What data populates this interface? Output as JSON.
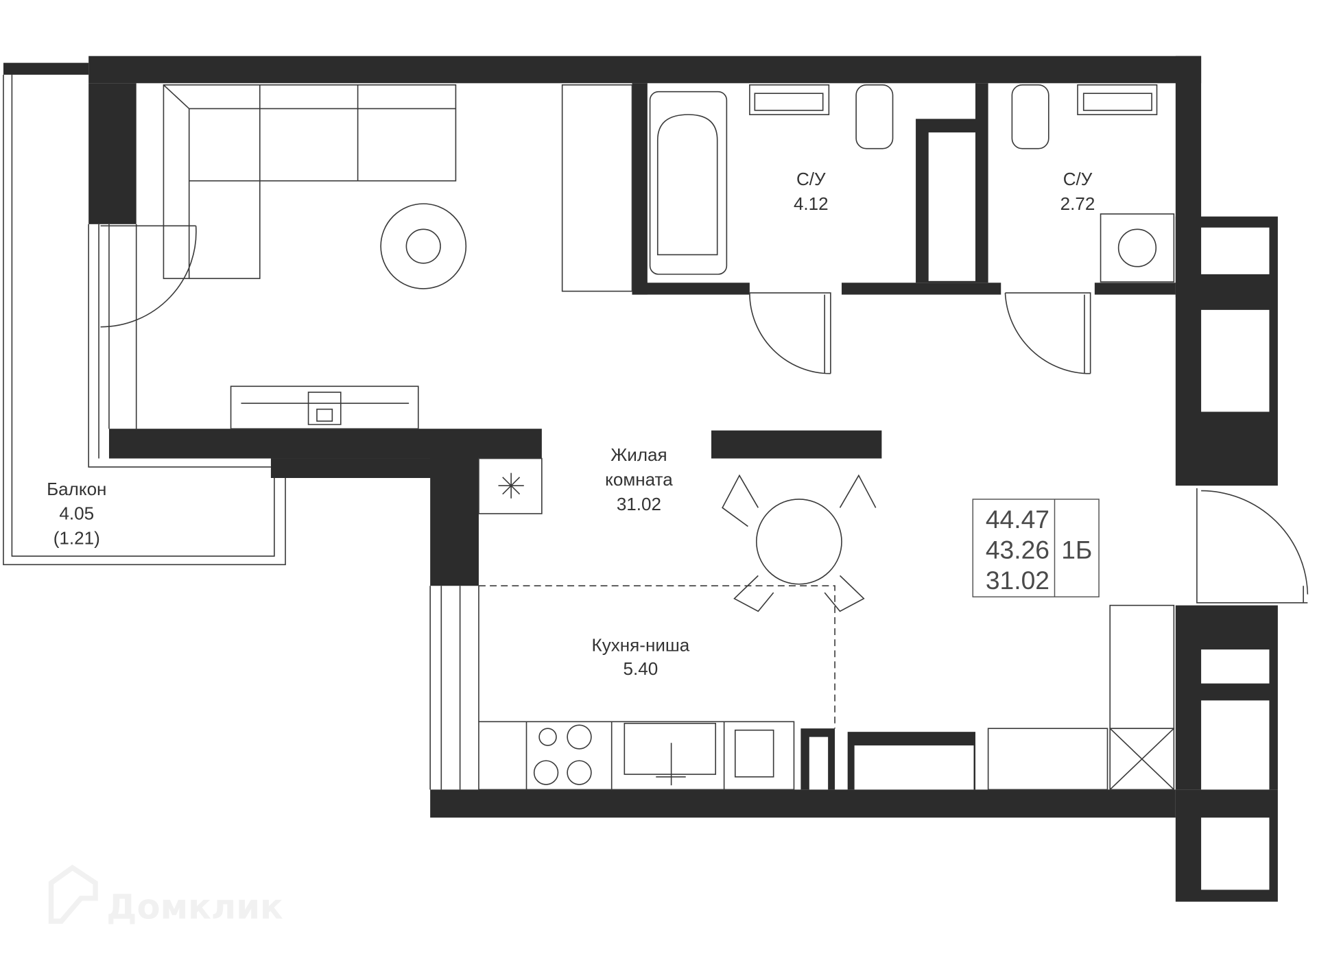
{
  "rooms": {
    "living": {
      "name_line1": "Жилая",
      "name_line2": "комната",
      "area": "31.02"
    },
    "kitchen": {
      "name": "Кухня-ниша",
      "area": "5.40"
    },
    "bath1": {
      "name": "С/У",
      "area": "4.12"
    },
    "bath2": {
      "name": "С/У",
      "area": "2.72"
    },
    "balcony": {
      "name": "Балкон",
      "area": "4.05",
      "reduced_area": "(1.21)"
    }
  },
  "summary": {
    "total_area": "44.47",
    "area_no_balcony": "43.26",
    "living_area": "31.02",
    "layout_type": "1Б"
  },
  "watermark": {
    "text": "Домклик"
  }
}
